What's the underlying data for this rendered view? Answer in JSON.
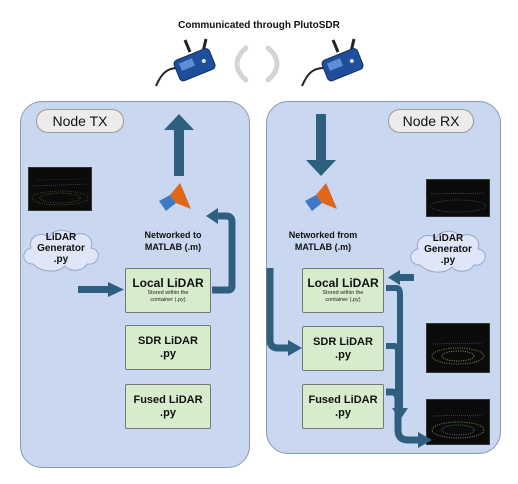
{
  "header": {
    "caption": "Communicated through PlutoSDR"
  },
  "tx": {
    "label": "Node TX",
    "generator": [
      "LiDAR",
      "Generator",
      ".py"
    ],
    "network_label": [
      "Networked to",
      "MATLAB (.m)"
    ],
    "local": {
      "title": "Local LiDAR",
      "sub": [
        "Stored within the",
        "container (.py)"
      ]
    },
    "sdr": [
      "SDR LiDAR",
      ".py"
    ],
    "fused": [
      "Fused LiDAR",
      ".py"
    ]
  },
  "rx": {
    "label": "Node RX",
    "generator": [
      "LiDAR",
      "Generator",
      ".py"
    ],
    "network_label": [
      "Networked from",
      "MATLAB (.m)"
    ],
    "local": {
      "title": "Local LiDAR",
      "sub": [
        "Stored within the",
        "container (.py)"
      ]
    },
    "sdr": [
      "SDR LiDAR",
      ".py"
    ],
    "fused": [
      "Fused LiDAR",
      ".py"
    ]
  },
  "colors": {
    "panel": "#c9d7f1",
    "box": "#d6eccd",
    "arrow": "#2f5f7f",
    "device": "#1f4f9a",
    "matlab": "#e0661a"
  },
  "icons": {
    "device": "plutosdr-device-icon",
    "signal": "wireless-signal-icon",
    "matlab": "matlab-logo-icon",
    "cloud": "cloud-icon"
  }
}
